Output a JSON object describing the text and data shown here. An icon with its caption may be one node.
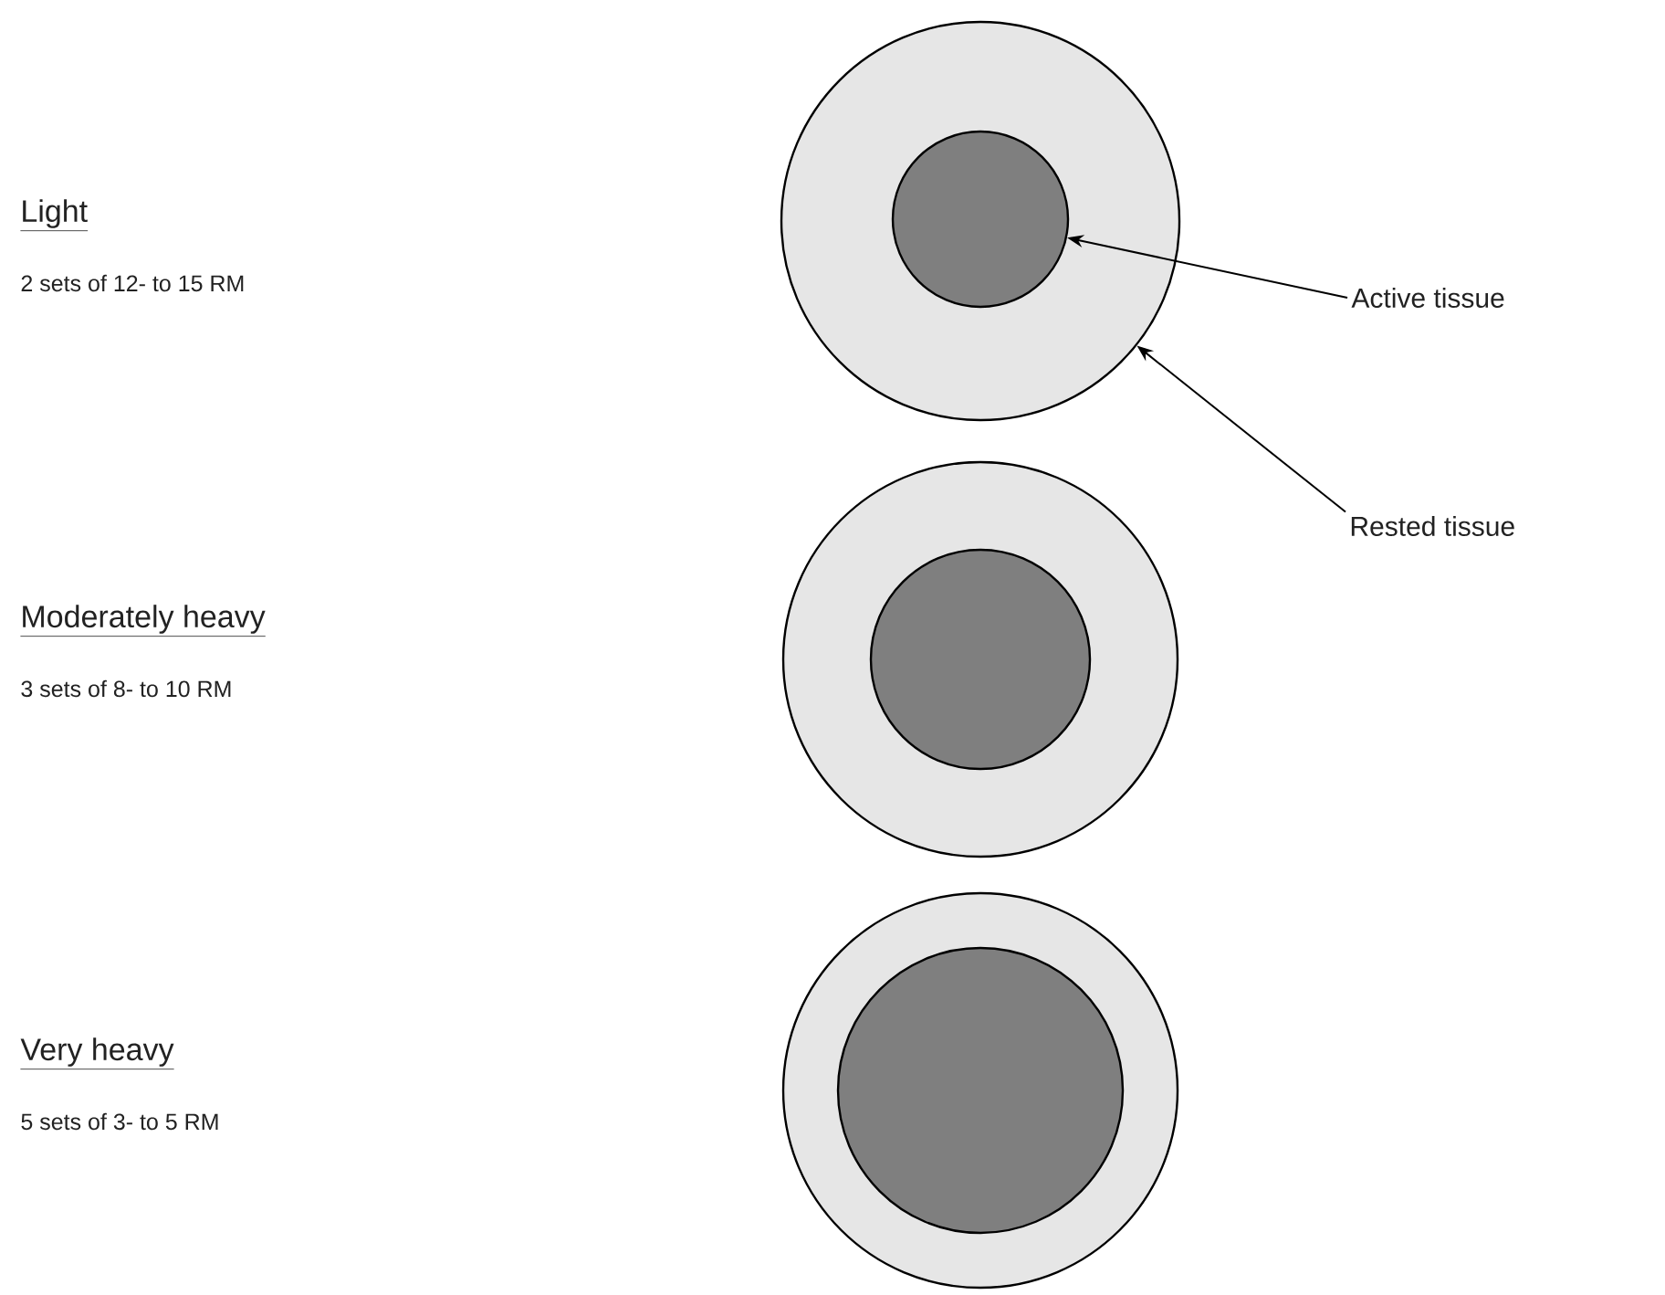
{
  "diagram": {
    "nodes": [
      {
        "text": [],
        "shape": "circle",
        "beside": [
          "Light",
          "2 sets of 12- to 15 RM"
        ]
      },
      {
        "text": [],
        "shape": "circle",
        "in": 0
      },
      {
        "text": [],
        "shape": "circle",
        "beside": [
          "Moderately heavy",
          "3 sets of 8- to 10 RM"
        ]
      },
      {
        "text": [],
        "shape": "circle",
        "in": 2
      },
      {
        "text": [],
        "shape": "circle",
        "beside": [
          "Very heavy",
          "5 sets of 3- to 5 RM"
        ]
      },
      {
        "text": [],
        "shape": "circle",
        "in": 4
      },
      {
        "text": [
          "Active tissue"
        ]
      },
      {
        "text": [
          "Rested tissue"
        ]
      }
    ],
    "edges": [
      {
        "from": 6,
        "to": 1,
        "arrow": "to"
      },
      {
        "from": 7,
        "to": 0,
        "arrow": "to"
      }
    ]
  }
}
